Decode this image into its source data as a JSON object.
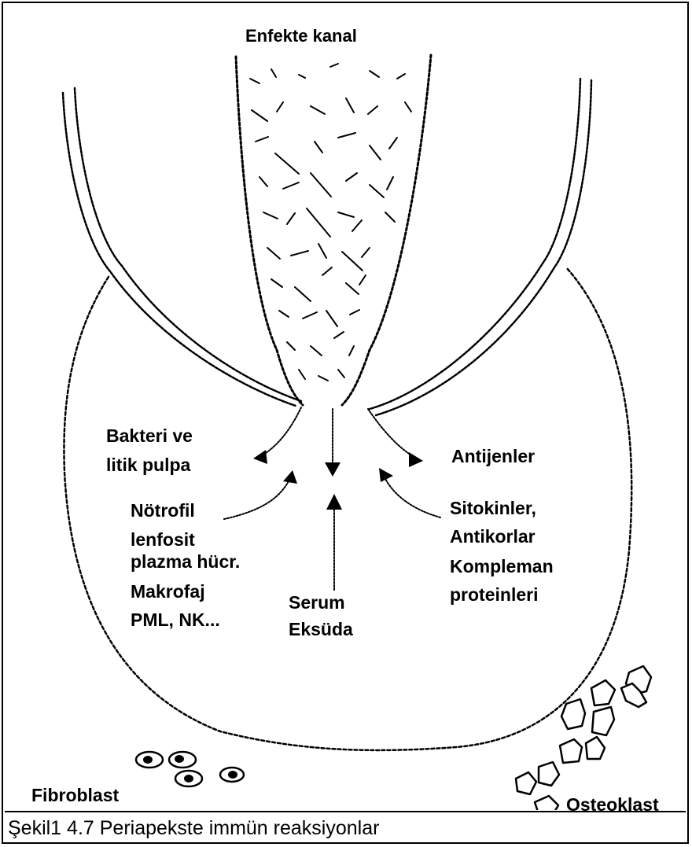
{
  "title": "Enfekte kanal",
  "labels": {
    "bacteria": [
      "Bakteri ve",
      "litik pulpa"
    ],
    "antigens": "Antijenler",
    "cells": [
      "Nötrofil",
      "lenfosit",
      "plazma hücr.",
      "Makrofaj",
      "PML, NK..."
    ],
    "serum": [
      "Serum",
      "Eksüda"
    ],
    "cytokines": [
      "Sitokinler,",
      "Antikorlar",
      "Kompleman",
      "proteinleri"
    ],
    "fibroblast": "Fibroblast",
    "osteoclast": "Osteoklast"
  },
  "caption": "Şekil1 4.7 Periapekste immün reaksiyonlar",
  "colors": {
    "ink": "#000000",
    "background": "#ffffff"
  }
}
